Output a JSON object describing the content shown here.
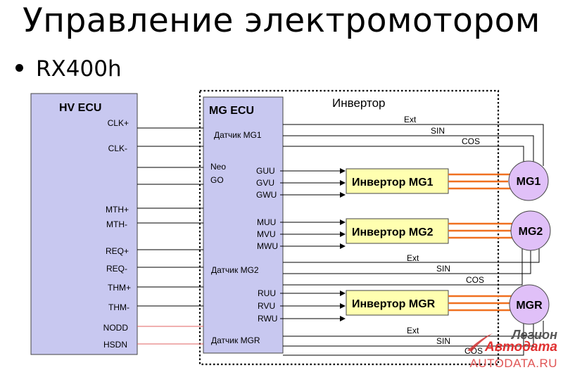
{
  "title": "Управление электромотором",
  "bullet": "RX400h",
  "colors": {
    "ecu_fill": "#c8c8f0",
    "inverter_fill": "#ffffb0",
    "motor_fill": "#e0c0f8",
    "hv_line": "#f07020",
    "red_line": "#e06060"
  },
  "hv_ecu": {
    "title": "HV ECU",
    "pins": [
      "CLK+",
      "CLK-",
      "MTH+",
      "MTH-",
      "REQ+",
      "REQ-",
      "THM+",
      "THM-",
      "NODD",
      "HSDN"
    ]
  },
  "inverter_group_label": "Инвертор",
  "mg_ecu": {
    "title": "MG ECU",
    "sensor_mg1": "Датчик MG1",
    "sensor_mg2": "Датчик MG2",
    "sensor_mgr": "Датчик MGR",
    "neo": "Neo",
    "go": "GO",
    "mg1_outputs": [
      "GUU",
      "GVU",
      "GWU"
    ],
    "mg2_outputs": [
      "MUU",
      "MVU",
      "MWU"
    ],
    "mgr_outputs": [
      "RUU",
      "RVU",
      "RWU"
    ]
  },
  "sensor_signals": [
    "Ext",
    "SIN",
    "COS"
  ],
  "inverters": [
    "Инвертор MG1",
    "Инвертор MG2",
    "Инвертор MGR"
  ],
  "motors": [
    "MG1",
    "MG2",
    "MGR"
  ],
  "watermark": {
    "line1": "Легион",
    "line2": "Автодата",
    "line3": "AUTODATA.RU"
  }
}
